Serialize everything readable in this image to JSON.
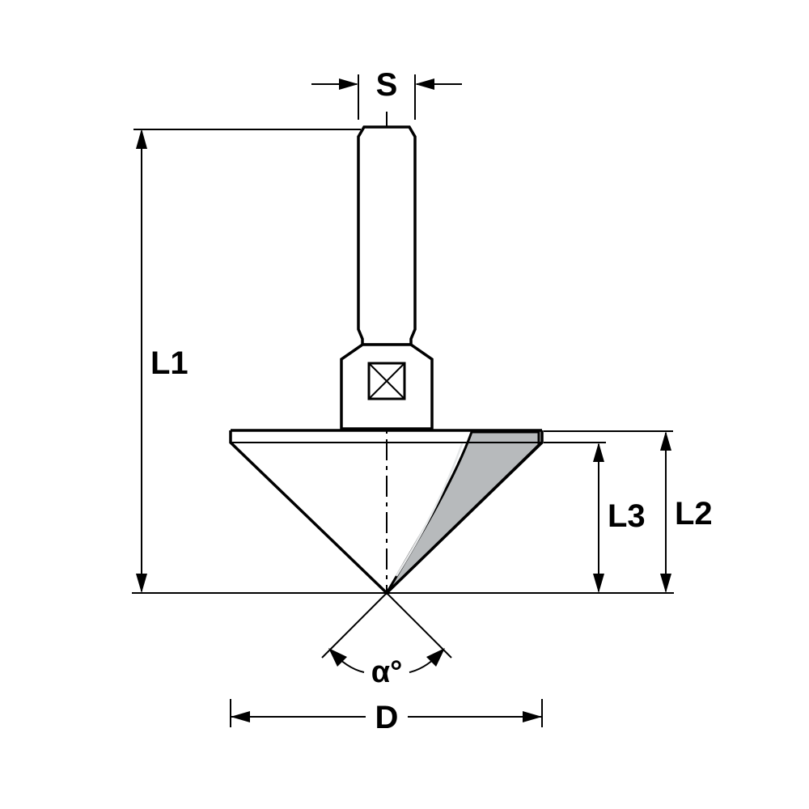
{
  "figure": {
    "kind": "technical-drawing",
    "subject": "V-groove router bit dimension diagram",
    "labels": {
      "shank_diameter": "S",
      "overall_length": "L1",
      "head_height": "L2",
      "cutting_depth": "L3",
      "diameter": "D",
      "tip_angle": "α°"
    },
    "colors": {
      "background": "#ffffff",
      "line": "#000000",
      "flute_fill": "#b7babc"
    }
  }
}
